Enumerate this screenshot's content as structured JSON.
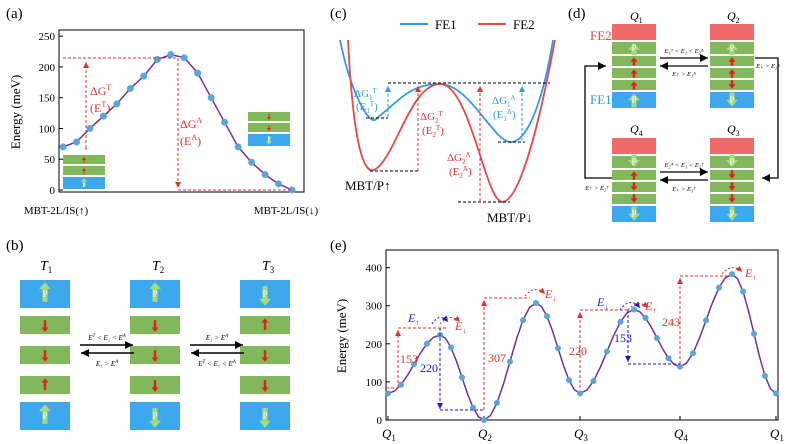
{
  "colors": {
    "curve": "#7030a0",
    "point": "#5aa5dc",
    "red": "#e03030",
    "blue": "#1a1acc",
    "layer_green": "#82b85c",
    "layer_blue": "#3ea8ec",
    "layer_red": "#f06a6a",
    "arrow_red": "#e02020",
    "arrow_p": "#a8d880",
    "fe1": "#3399e6",
    "fe2": "#e34a4a"
  },
  "panel_a": {
    "label": "(a)",
    "ylabel": "Energy (meV)",
    "yticks": [
      "0",
      "50",
      "100",
      "150",
      "200",
      "250"
    ],
    "xtick_left": "MBT-2L/IS(↑)",
    "xtick_right": "MBT-2L/IS(↓)",
    "dgt_label": "ΔG",
    "dgt_sup": "T",
    "et_label": "(E",
    "et_sup": "T",
    "et_close": ")",
    "dga_label": "ΔG",
    "dga_sup": "A",
    "ea_label": "(E",
    "ea_sup": "A",
    "ea_close": ")",
    "p": "P"
  },
  "chart_data": {
    "type": "line",
    "ylabel": "Energy (meV)",
    "ylim": [
      0,
      260
    ],
    "x_categories": [
      "MBT-2L/IS(↑)",
      "MBT-2L/IS(↓)"
    ],
    "series": [
      {
        "x": [
          0,
          1,
          2,
          3,
          4,
          5,
          6,
          7,
          8,
          9,
          10,
          11,
          12,
          13,
          14,
          15,
          16,
          17
        ],
        "values": [
          70,
          78,
          100,
          120,
          140,
          165,
          185,
          212,
          220,
          215,
          190,
          150,
          110,
          70,
          45,
          25,
          10,
          0
        ]
      }
    ],
    "annotations": [
      {
        "text": "ΔG^T (E^T)",
        "value": 150
      },
      {
        "text": "ΔG^A (E^A)",
        "value": 220
      }
    ]
  },
  "panel_b": {
    "label": "(b)",
    "t1": "T",
    "t1_sub": "1",
    "t2": "T",
    "t2_sub": "2",
    "t3": "T",
    "t3_sub": "3",
    "p": "P",
    "cond_12": "E",
    "cond_12_sup": "T",
    "cond_12_mid": " < E",
    "cond_12_sub": "↓",
    "cond_12_end": " < E",
    "cond_12_sup2": "A",
    "cond_21": "E",
    "cond_21_sub": "↑",
    "cond_21_end": " > E",
    "cond_21_sup": "A",
    "cond_23": "E",
    "cond_23_sub": "↓",
    "cond_23_end": " > E",
    "cond_23_sup": "A",
    "cond_32": "E",
    "cond_32_sup": "T",
    "cond_32_mid": " < E",
    "cond_32_sub": "↑",
    "cond_32_end": " < E",
    "cond_32_sup2": "A"
  },
  "panel_c": {
    "label": "(c)",
    "fe1": "FE1",
    "fe2": "FE2",
    "mbt_up": "MBT/P↑",
    "mbt_down": "MBT/P↓",
    "dg1t": "ΔG",
    "dg1t_sub": "1",
    "dg1t_sup": "T",
    "e1t": "(E",
    "e1t_sub": "1",
    "e1t_sup": "T",
    "dg2t": "ΔG",
    "dg2t_sub": "2",
    "dg2t_sup": "T",
    "e2t": "(E",
    "e2t_sub": "2",
    "e2t_sup": "T",
    "dg1a": "ΔG",
    "dg1a_sub": "1",
    "dg1a_sup": "A",
    "e1a": "(E",
    "e1a_sub": "1",
    "e1a_sup": "A",
    "dg2a": "ΔG",
    "dg2a_sub": "2",
    "dg2a_sup": "A",
    "e2a": "(E",
    "e2a_sub": "2",
    "e2a_sup": "A",
    "close": ")"
  },
  "panel_d": {
    "label": "(d)",
    "fe2": "FE2",
    "fe1": "FE1",
    "q1": "Q",
    "q1_sub": "1",
    "q2": "Q",
    "q2_sub": "2",
    "q3": "Q",
    "q3_sub": "3",
    "q4": "Q",
    "q4_sub": "4",
    "p": "P",
    "c12": "E₁ᵀ < E₁ < E₂ᴬ",
    "c21": "E↑ > E₁ᴬ",
    "cright": "E↓ > E₂ᴬ",
    "c43": "E₂ᴬ < E₁ < E₂ᵀ",
    "cleft": "E↑ > E₂ᵀ",
    "c34": "E↓ > E₁ᵀ"
  },
  "panel_e": {
    "label": "(e)",
    "ylabel": "Energy (meV)",
    "yticks": [
      "0",
      "100",
      "200",
      "300",
      "400"
    ],
    "xticks": [
      {
        "q": "Q",
        "sub": "1"
      },
      {
        "q": "Q",
        "sub": "2"
      },
      {
        "q": "Q",
        "sub": "3"
      },
      {
        "q": "Q",
        "sub": "4"
      },
      {
        "q": "Q",
        "sub": "1"
      }
    ],
    "v153a": "153",
    "v220a": "220",
    "v307": "307",
    "v220b": "220",
    "v153b": "153",
    "v243": "243",
    "e_up": "E",
    "e_up_sub": "↑",
    "e_down": "E",
    "e_down_sub": "↓",
    "e_down2": "E",
    "e_down2_sub": "↓",
    "e_down3": "E",
    "e_down3_sub": "↓",
    "e_up2": "E",
    "e_up2_sub": "↑",
    "e_up3": "E",
    "e_up3_sub": "↑"
  },
  "chart_data_e": {
    "type": "line",
    "ylabel": "Energy (meV)",
    "ylim": [
      0,
      420
    ],
    "categories": [
      "Q1",
      "Q2",
      "Q3",
      "Q4",
      "Q1"
    ],
    "minima": [
      70,
      0,
      70,
      140,
      70
    ],
    "maxima": [
      223,
      307,
      290,
      383
    ]
  }
}
